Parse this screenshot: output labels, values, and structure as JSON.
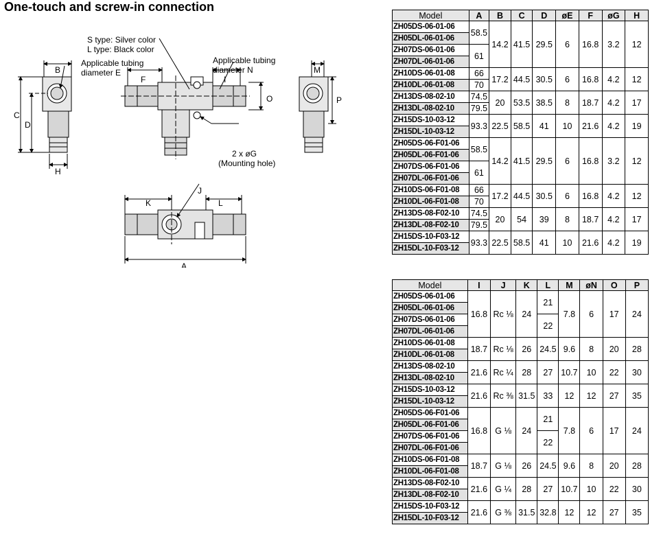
{
  "heading": "One-touch and screw-in connection",
  "drawing": {
    "s_type": "S type: Silver color",
    "l_type": "L type: Black color",
    "tubing_e_line1": "Applicable tubing",
    "tubing_e_line2": "diameter  E",
    "tubing_n_line1": "Applicable tubing",
    "tubing_n_line2": "diameter   N",
    "mount_line1": "2 x øG",
    "mount_line2": "(Mounting hole)",
    "dim_labels": {
      "A": "A",
      "B": "B",
      "C": "C",
      "D": "D",
      "F": "F",
      "H": "H",
      "I": "I",
      "J": "J",
      "K": "K",
      "L": "L",
      "M": "M",
      "O": "O",
      "P": "P"
    }
  },
  "table1": {
    "headers": [
      "Model",
      "A",
      "B",
      "C",
      "D",
      "øE",
      "F",
      "øG",
      "H"
    ],
    "groups": [
      {
        "models": [
          "ZH05DS-06-01-06",
          "ZH05DL-06-01-06",
          "ZH07DS-06-01-06",
          "ZH07DL-06-01-06"
        ],
        "a": [
          {
            "v": "58.5",
            "span": 2
          },
          {
            "v": "61",
            "span": 2
          }
        ],
        "rest": [
          "14.2",
          "41.5",
          "29.5",
          "6",
          "16.8",
          "3.2",
          "12"
        ]
      },
      {
        "models": [
          "ZH10DS-06-01-08",
          "ZH10DL-06-01-08"
        ],
        "a": [
          {
            "v": "66",
            "span": 1
          },
          {
            "v": "70",
            "span": 1
          }
        ],
        "rest": [
          "17.2",
          "44.5",
          "30.5",
          "6",
          "16.8",
          "4.2",
          "12"
        ]
      },
      {
        "models": [
          "ZH13DS-08-02-10",
          "ZH13DL-08-02-10"
        ],
        "a": [
          {
            "v": "74.5",
            "span": 1
          },
          {
            "v": "79.5",
            "span": 1
          }
        ],
        "rest": [
          "20",
          "53.5",
          "38.5",
          "8",
          "18.7",
          "4.2",
          "17"
        ]
      },
      {
        "models": [
          "ZH15DS-10-03-12",
          "ZH15DL-10-03-12"
        ],
        "a": [
          {
            "v": "93.3",
            "span": 2
          }
        ],
        "rest": [
          "22.5",
          "58.5",
          "41",
          "10",
          "21.6",
          "4.2",
          "19"
        ]
      },
      {
        "models": [
          "ZH05DS-06-F01-06",
          "ZH05DL-06-F01-06",
          "ZH07DS-06-F01-06",
          "ZH07DL-06-F01-06"
        ],
        "a": [
          {
            "v": "58.5",
            "span": 2
          },
          {
            "v": "61",
            "span": 2
          }
        ],
        "rest": [
          "14.2",
          "41.5",
          "29.5",
          "6",
          "16.8",
          "3.2",
          "12"
        ]
      },
      {
        "models": [
          "ZH10DS-06-F01-08",
          "ZH10DL-06-F01-08"
        ],
        "a": [
          {
            "v": "66",
            "span": 1
          },
          {
            "v": "70",
            "span": 1
          }
        ],
        "rest": [
          "17.2",
          "44.5",
          "30.5",
          "6",
          "16.8",
          "4.2",
          "12"
        ]
      },
      {
        "models": [
          "ZH13DS-08-F02-10",
          "ZH13DL-08-F02-10"
        ],
        "a": [
          {
            "v": "74.5",
            "span": 1
          },
          {
            "v": "79.5",
            "span": 1
          }
        ],
        "rest": [
          "20",
          "54",
          "39",
          "8",
          "18.7",
          "4.2",
          "17"
        ]
      },
      {
        "models": [
          "ZH15DS-10-F03-12",
          "ZH15DL-10-F03-12"
        ],
        "a": [
          {
            "v": "93.3",
            "span": 2
          }
        ],
        "rest": [
          "22.5",
          "58.5",
          "41",
          "10",
          "21.6",
          "4.2",
          "19"
        ]
      }
    ]
  },
  "table2": {
    "headers": [
      "Model",
      "I",
      "J",
      "K",
      "L",
      "M",
      "øN",
      "O",
      "P"
    ],
    "groups": [
      {
        "models": [
          "ZH05DS-06-01-06",
          "ZH05DL-06-01-06",
          "ZH07DS-06-01-06",
          "ZH07DL-06-01-06"
        ],
        "pre": [
          "16.8",
          "Rc ⅛",
          "24"
        ],
        "l": [
          {
            "v": "21",
            "span": 2
          },
          {
            "v": "22",
            "span": 2
          }
        ],
        "post": [
          "7.8",
          "6",
          "17",
          "24"
        ]
      },
      {
        "models": [
          "ZH10DS-06-01-08",
          "ZH10DL-06-01-08"
        ],
        "pre": [
          "18.7",
          "Rc ⅛",
          "26"
        ],
        "l": [
          {
            "v": "24.5",
            "span": 2
          }
        ],
        "post": [
          "9.6",
          "8",
          "20",
          "28"
        ]
      },
      {
        "models": [
          "ZH13DS-08-02-10",
          "ZH13DL-08-02-10"
        ],
        "pre": [
          "21.6",
          "Rc ¼",
          "28"
        ],
        "l": [
          {
            "v": "27",
            "span": 2
          }
        ],
        "post": [
          "10.7",
          "10",
          "22",
          "30"
        ]
      },
      {
        "models": [
          "ZH15DS-10-03-12",
          "ZH15DL-10-03-12"
        ],
        "pre": [
          "21.6",
          "Rc ⅜",
          "31.5"
        ],
        "l": [
          {
            "v": "33",
            "span": 2
          }
        ],
        "post": [
          "12",
          "12",
          "27",
          "35"
        ]
      },
      {
        "models": [
          "ZH05DS-06-F01-06",
          "ZH05DL-06-F01-06",
          "ZH07DS-06-F01-06",
          "ZH07DL-06-F01-06"
        ],
        "pre": [
          "16.8",
          "G ⅛",
          "24"
        ],
        "l": [
          {
            "v": "21",
            "span": 2
          },
          {
            "v": "22",
            "span": 2
          }
        ],
        "post": [
          "7.8",
          "6",
          "17",
          "24"
        ]
      },
      {
        "models": [
          "ZH10DS-06-F01-08",
          "ZH10DL-06-F01-08"
        ],
        "pre": [
          "18.7",
          "G ⅛",
          "26"
        ],
        "l": [
          {
            "v": "24.5",
            "span": 2
          }
        ],
        "post": [
          "9.6",
          "8",
          "20",
          "28"
        ]
      },
      {
        "models": [
          "ZH13DS-08-F02-10",
          "ZH13DL-08-F02-10"
        ],
        "pre": [
          "21.6",
          "G ¼",
          "28"
        ],
        "l": [
          {
            "v": "27",
            "span": 2
          }
        ],
        "post": [
          "10.7",
          "10",
          "22",
          "30"
        ]
      },
      {
        "models": [
          "ZH15DS-10-F03-12",
          "ZH15DL-10-F03-12"
        ],
        "pre": [
          "21.6",
          "G ⅜",
          "31.5"
        ],
        "l": [
          {
            "v": "32.8",
            "span": 2
          }
        ],
        "post": [
          "12",
          "12",
          "27",
          "35"
        ]
      }
    ]
  }
}
